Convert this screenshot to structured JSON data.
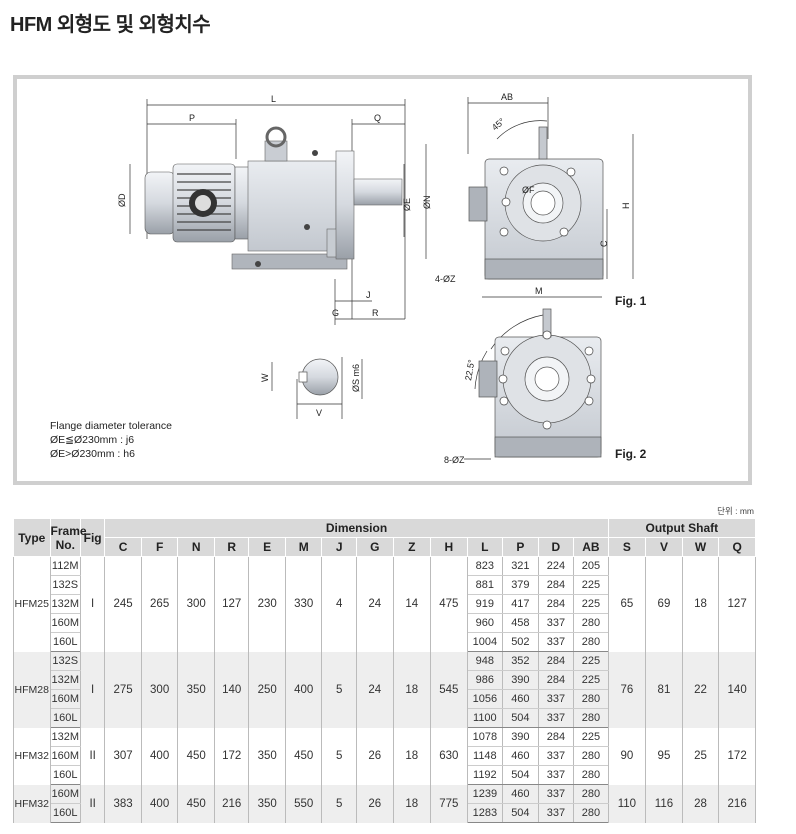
{
  "title": "HFM 외형도 및 외형치수",
  "diagram": {
    "dims": [
      "L",
      "P",
      "Q",
      "AB",
      "ØD",
      "ØE",
      "ØN",
      "H",
      "C",
      "M",
      "J",
      "G",
      "R",
      "45°",
      "22.5°",
      "ØF",
      "4-ØZ",
      "8-ØZ",
      "W",
      "ØS m6",
      "V"
    ],
    "fig1": "Fig. 1",
    "fig2": "Fig. 2",
    "note": [
      "Flange diameter tolerance",
      "ØE≦Ø230mm : j6",
      "ØE>Ø230mm : h6"
    ]
  },
  "unit": "단위 : mm",
  "table": {
    "h_type": "Type",
    "h_frame": "Frame No.",
    "h_fig": "Fig",
    "h_dimension": "Dimension",
    "h_output": "Output Shaft",
    "dim_cols": [
      "C",
      "F",
      "N",
      "R",
      "E",
      "M",
      "J",
      "G",
      "Z",
      "H",
      "L",
      "P",
      "D",
      "AB"
    ],
    "out_cols": [
      "S",
      "V",
      "W",
      "Q"
    ],
    "groups": [
      {
        "type": "HFM25",
        "fig": "I",
        "common": [
          "245",
          "265",
          "300",
          "127",
          "230",
          "330",
          "4",
          "24",
          "14",
          "475"
        ],
        "frames": [
          [
            "112M",
            "823",
            "321",
            "224",
            "205"
          ],
          [
            "132S",
            "881",
            "379",
            "284",
            "225"
          ],
          [
            "132M",
            "919",
            "417",
            "284",
            "225"
          ],
          [
            "160M",
            "960",
            "458",
            "337",
            "280"
          ],
          [
            "160L",
            "1004",
            "502",
            "337",
            "280"
          ]
        ],
        "out": [
          "65",
          "69",
          "18",
          "127"
        ]
      },
      {
        "type": "HFM28",
        "fig": "I",
        "common": [
          "275",
          "300",
          "350",
          "140",
          "250",
          "400",
          "5",
          "24",
          "18",
          "545"
        ],
        "frames": [
          [
            "132S",
            "948",
            "352",
            "284",
            "225"
          ],
          [
            "132M",
            "986",
            "390",
            "284",
            "225"
          ],
          [
            "160M",
            "1056",
            "460",
            "337",
            "280"
          ],
          [
            "160L",
            "1100",
            "504",
            "337",
            "280"
          ]
        ],
        "out": [
          "76",
          "81",
          "22",
          "140"
        ]
      },
      {
        "type": "HFM32",
        "fig": "II",
        "common": [
          "307",
          "400",
          "450",
          "172",
          "350",
          "450",
          "5",
          "26",
          "18",
          "630"
        ],
        "frames": [
          [
            "132M",
            "1078",
            "390",
            "284",
            "225"
          ],
          [
            "160M",
            "1148",
            "460",
            "337",
            "280"
          ],
          [
            "160L",
            "1192",
            "504",
            "337",
            "280"
          ]
        ],
        "out": [
          "90",
          "95",
          "25",
          "172"
        ]
      },
      {
        "type": "HFM32",
        "fig": "II",
        "common": [
          "383",
          "400",
          "450",
          "216",
          "350",
          "550",
          "5",
          "26",
          "18",
          "775"
        ],
        "frames": [
          [
            "160M",
            "1239",
            "460",
            "337",
            "280"
          ],
          [
            "160L",
            "1283",
            "504",
            "337",
            "280"
          ]
        ],
        "out": [
          "110",
          "116",
          "28",
          "216"
        ]
      }
    ]
  }
}
